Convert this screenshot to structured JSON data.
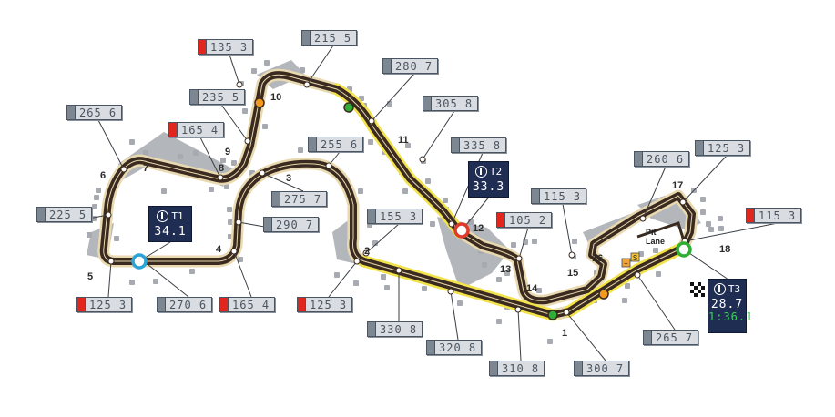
{
  "track": {
    "turns": [
      "1",
      "2",
      "3",
      "4",
      "5",
      "6",
      "7",
      "8",
      "9",
      "10",
      "11",
      "12",
      "13",
      "14",
      "15",
      "16",
      "17",
      "18"
    ],
    "pit_lane_label": "Pit Lane",
    "speed_labels": [
      {
        "value": "135 3",
        "marker": "red"
      },
      {
        "value": "215 5",
        "marker": "grey"
      },
      {
        "value": "280 7",
        "marker": "grey"
      },
      {
        "value": "235 5",
        "marker": "grey"
      },
      {
        "value": "265 6",
        "marker": "grey"
      },
      {
        "value": "165 4",
        "marker": "red"
      },
      {
        "value": "305 8",
        "marker": "grey"
      },
      {
        "value": "255 6",
        "marker": "grey"
      },
      {
        "value": "335 8",
        "marker": "grey"
      },
      {
        "value": "275 7",
        "marker": "grey"
      },
      {
        "value": "260 6",
        "marker": "grey"
      },
      {
        "value": "125 3",
        "marker": "grey"
      },
      {
        "value": "225 5",
        "marker": "grey"
      },
      {
        "value": "290 7",
        "marker": "grey"
      },
      {
        "value": "155 3",
        "marker": "grey"
      },
      {
        "value": "115 3",
        "marker": "grey"
      },
      {
        "value": "105 2",
        "marker": "red"
      },
      {
        "value": "115 3",
        "marker": "red"
      },
      {
        "value": "125 3",
        "marker": "red"
      },
      {
        "value": "270 6",
        "marker": "grey"
      },
      {
        "value": "165 4",
        "marker": "red"
      },
      {
        "value": "125 3",
        "marker": "red"
      },
      {
        "value": "330 8",
        "marker": "grey"
      },
      {
        "value": "320 8",
        "marker": "grey"
      },
      {
        "value": "310 8",
        "marker": "grey"
      },
      {
        "value": "300 7",
        "marker": "grey"
      },
      {
        "value": "265 7",
        "marker": "grey"
      }
    ],
    "sectors": [
      {
        "name": "T1",
        "time": "34.1"
      },
      {
        "name": "T2",
        "time": "33.3"
      },
      {
        "name": "T3",
        "time": "28.7",
        "lap": "1:36.1"
      }
    ],
    "colors": {
      "track": "#3a2a1f",
      "edge": "#e8d9b0",
      "drs": "#f2e34a",
      "sector1": "#29a3d8",
      "sector2": "#e03a2a",
      "sector3": "#2fae35",
      "brake": "#f39a1e",
      "kerb": "#b3b6bb",
      "sector_box": "#1f2d52",
      "red_marker": "#e0261d"
    },
    "icons": [
      "mercedes-logo-icon",
      "checkered-flag-icon",
      "speed-trap-icon",
      "safety-car-icon"
    ]
  }
}
